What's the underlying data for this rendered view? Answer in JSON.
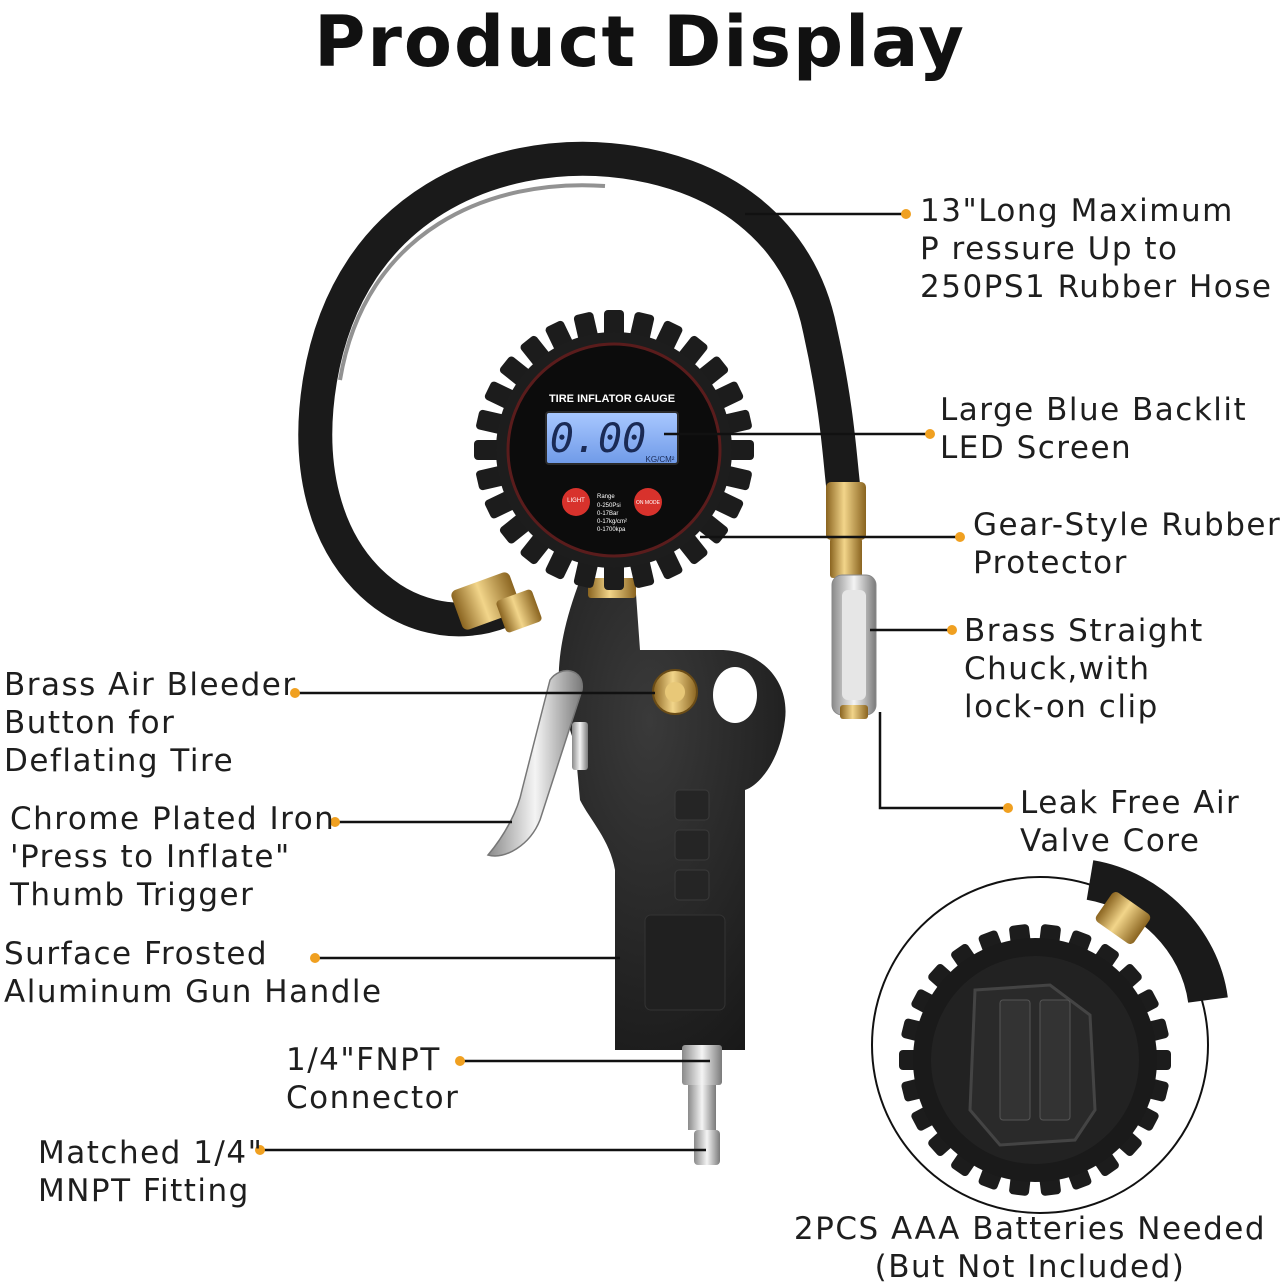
{
  "title": "Product Display",
  "gauge": {
    "face_title": "TIRE INFLATOR GAUGE",
    "reading": "0.00",
    "unit": "KG/CM²",
    "light_button": "LIGHT",
    "mode_button": "ON MODE",
    "range_lines": [
      "Range",
      "0-250Psi",
      "0-17Bar",
      "0-17kg/cm²",
      "0-1700kpa"
    ]
  },
  "callouts": [
    {
      "id": "hose",
      "lines": [
        "13\"Long Maximum",
        "P ressure Up to",
        "250PS1 Rubber Hose"
      ]
    },
    {
      "id": "screen",
      "lines": [
        "Large Blue Backlit",
        "LED Screen"
      ]
    },
    {
      "id": "protector",
      "lines": [
        "Gear-Style Rubber",
        "Protector"
      ]
    },
    {
      "id": "chuck",
      "lines": [
        "Brass Straight",
        "Chuck,with",
        "lock-on clip"
      ]
    },
    {
      "id": "valve",
      "lines": [
        "Leak Free Air",
        "Valve Core"
      ]
    },
    {
      "id": "bleeder",
      "lines": [
        "Brass Air Bleeder",
        "Button for",
        "Deflating Tire"
      ]
    },
    {
      "id": "trigger",
      "lines": [
        "Chrome Plated Iron",
        "'Press to Inflate\"",
        "Thumb Trigger"
      ]
    },
    {
      "id": "handle",
      "lines": [
        "Surface Frosted",
        "Aluminum Gun Handle"
      ]
    },
    {
      "id": "connector",
      "lines": [
        "1/4\"FNPT",
        "Connector"
      ]
    },
    {
      "id": "fitting",
      "lines": [
        "Matched 1/4\"",
        "MNPT Fitting"
      ]
    }
  ],
  "batteries_caption": [
    "2PCS AAA Batteries Needed",
    "(But Not Included)"
  ],
  "colors": {
    "callout_dot": "#f0a020",
    "leader_line": "#111111",
    "lcd_blue": "#8ab4f0",
    "rubber_black": "#1c1c1c",
    "brass": "#c9a24a",
    "button_red": "#d8322c"
  }
}
